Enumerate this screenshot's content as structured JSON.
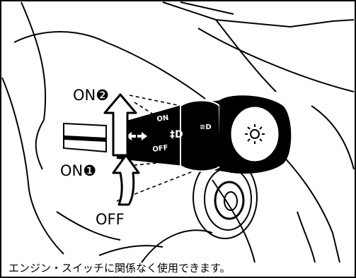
{
  "labels": {
    "on2": "ON❷",
    "on1": "ON❶",
    "off": "OFF"
  },
  "stalk": {
    "on_text": "ON",
    "off_text": "OFF",
    "fog_front": "‡D",
    "fog_rear": "≡D"
  },
  "caption": "エンジン・スイッチに関係なく使用できます。",
  "icons": [
    "headlight-sun-icon",
    "turn-signal-arrows-icon",
    "front-fog-icon",
    "rear-fog-icon",
    "ignition-switch-icon"
  ]
}
